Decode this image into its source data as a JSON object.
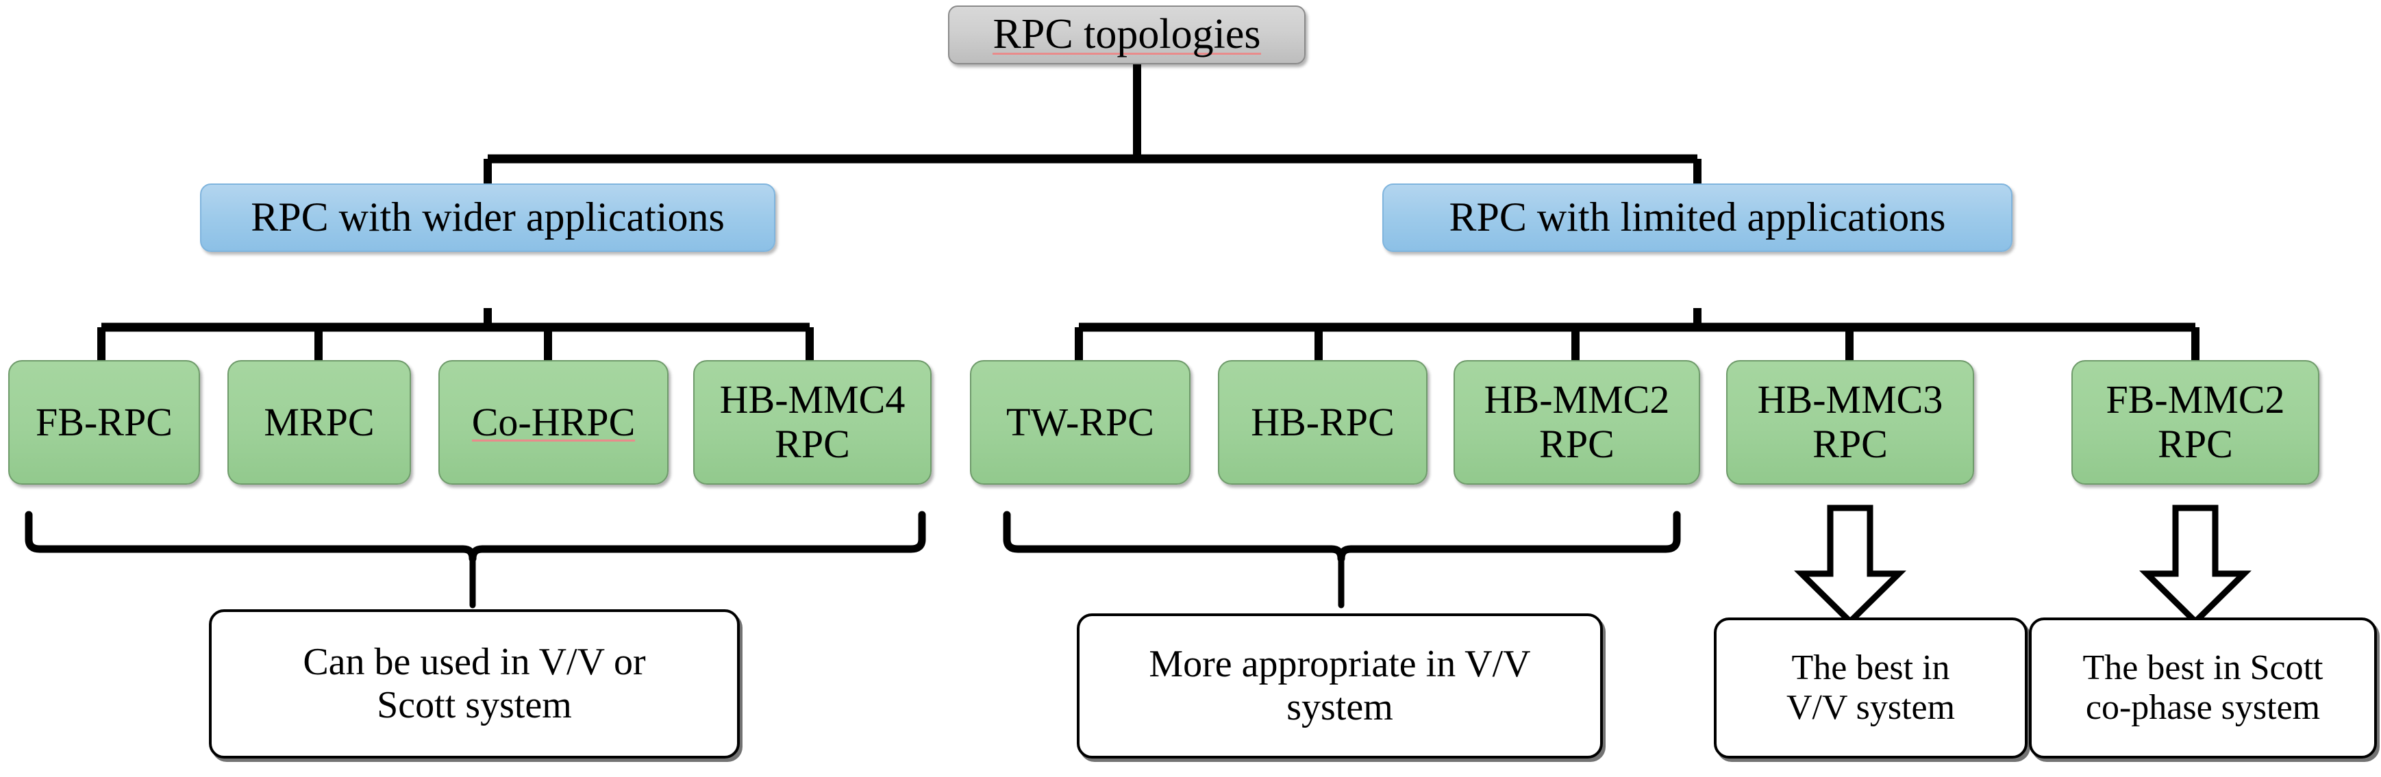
{
  "diagram": {
    "title_node": {
      "label": "RPC topologies",
      "spellcheck_underline": true,
      "fill": "#cfcfcf"
    },
    "categories": [
      {
        "id": "wider",
        "label": "RPC with wider applications",
        "fill": "#9dcaea"
      },
      {
        "id": "limited",
        "label": "RPC with limited applications",
        "fill": "#9dcaea"
      }
    ],
    "topologies": [
      {
        "id": "fb-rpc",
        "line1": "FB-RPC",
        "line2": "",
        "group": "wider",
        "spellcheck_underline": false
      },
      {
        "id": "mrpc",
        "line1": "MRPC",
        "line2": "",
        "group": "wider",
        "spellcheck_underline": false
      },
      {
        "id": "co-hrpc",
        "line1": "Co-HRPC",
        "line2": "",
        "group": "wider",
        "spellcheck_underline": true
      },
      {
        "id": "hb-mmc4",
        "line1": "HB-MMC4",
        "line2": "RPC",
        "group": "wider",
        "spellcheck_underline": false
      },
      {
        "id": "tw-rpc",
        "line1": "TW-RPC",
        "line2": "",
        "group": "limited",
        "spellcheck_underline": false
      },
      {
        "id": "hb-rpc",
        "line1": "HB-RPC",
        "line2": "",
        "group": "limited",
        "spellcheck_underline": false
      },
      {
        "id": "hb-mmc2",
        "line1": "HB-MMC2",
        "line2": "RPC",
        "group": "limited",
        "spellcheck_underline": false
      },
      {
        "id": "hb-mmc3",
        "line1": "HB-MMC3",
        "line2": "RPC",
        "group": "limited",
        "spellcheck_underline": false
      },
      {
        "id": "fb-mmc2",
        "line1": "FB-MMC2",
        "line2": "RPC",
        "group": "limited",
        "spellcheck_underline": false
      }
    ],
    "notes": [
      {
        "id": "note-vv-scott",
        "line1": "Can be used in V/V or",
        "line2": "Scott system",
        "connector": "brace"
      },
      {
        "id": "note-vv-better",
        "line1": "More appropriate in V/V",
        "line2": "system",
        "connector": "brace"
      },
      {
        "id": "note-best-vv",
        "line1": "The best in",
        "line2": "V/V system",
        "connector": "arrow"
      },
      {
        "id": "note-best-scott",
        "line1": "The best in Scott",
        "line2": "co-phase system",
        "connector": "arrow"
      }
    ],
    "colors": {
      "root_fill": "#cfcfcf",
      "category_fill": "#9dcaea",
      "topology_fill": "#9ed199",
      "note_fill": "#ffffff",
      "line": "#000000",
      "spellcheck": "#e98b8b"
    }
  }
}
